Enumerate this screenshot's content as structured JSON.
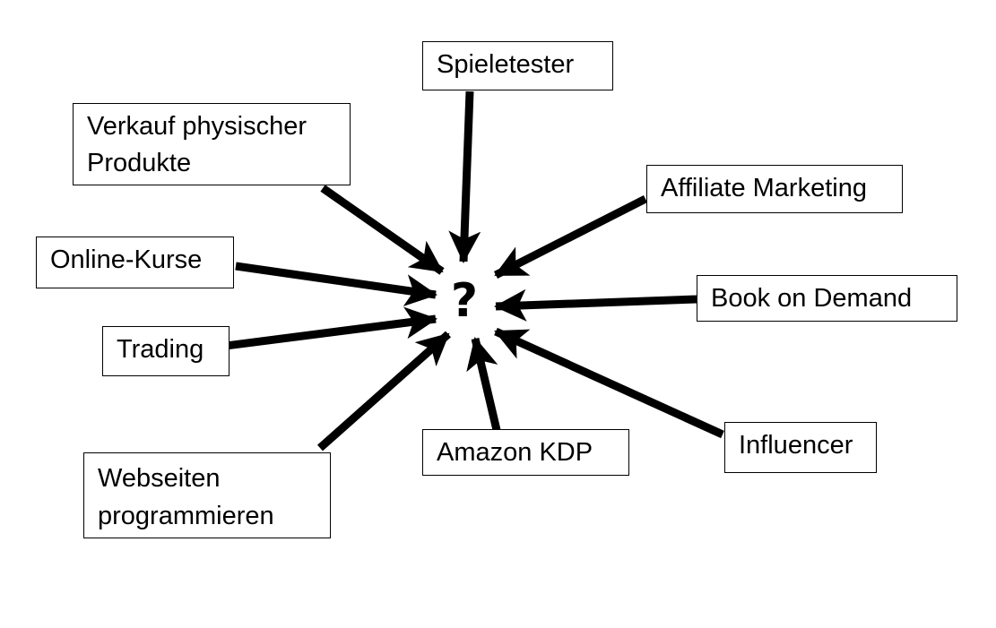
{
  "diagram": {
    "center": {
      "label": "?"
    },
    "nodes": [
      {
        "id": "spieletester",
        "lines": [
          "Spieletester"
        ]
      },
      {
        "id": "verkauf",
        "lines": [
          "Verkauf physischer",
          "Produkte"
        ]
      },
      {
        "id": "affiliate",
        "lines": [
          "Affiliate Marketing"
        ]
      },
      {
        "id": "online-kurse",
        "lines": [
          "Online-Kurse"
        ]
      },
      {
        "id": "book-on-demand",
        "lines": [
          "Book on Demand"
        ]
      },
      {
        "id": "trading",
        "lines": [
          "Trading"
        ]
      },
      {
        "id": "influencer",
        "lines": [
          "Influencer"
        ]
      },
      {
        "id": "amazon-kdp",
        "lines": [
          "Amazon KDP"
        ]
      },
      {
        "id": "webseiten",
        "lines": [
          "Webseiten",
          "programmieren"
        ]
      }
    ],
    "edges": [
      {
        "from": "spieletester",
        "to": "center"
      },
      {
        "from": "verkauf",
        "to": "center"
      },
      {
        "from": "affiliate",
        "to": "center"
      },
      {
        "from": "online-kurse",
        "to": "center"
      },
      {
        "from": "book-on-demand",
        "to": "center"
      },
      {
        "from": "trading",
        "to": "center"
      },
      {
        "from": "influencer",
        "to": "center"
      },
      {
        "from": "amazon-kdp",
        "to": "center"
      },
      {
        "from": "webseiten",
        "to": "center"
      }
    ]
  }
}
